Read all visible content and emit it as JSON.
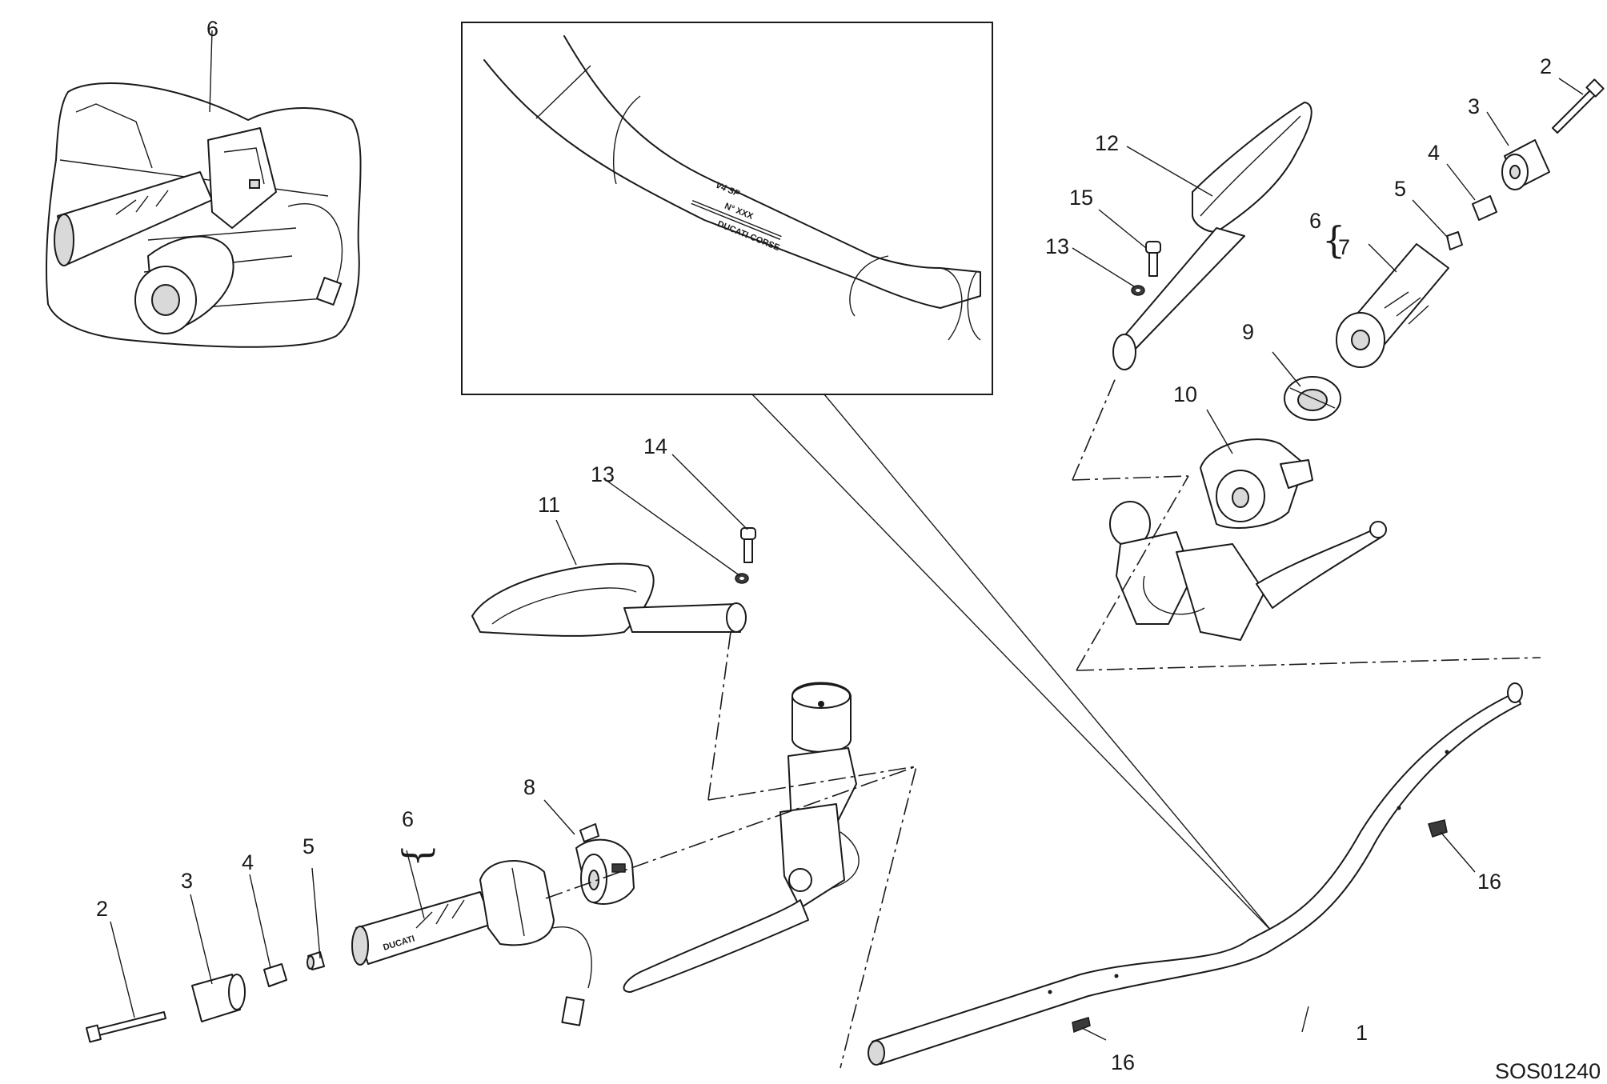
{
  "diagram": {
    "reference_code": "SOS01240",
    "handlebar_marking": "N° XXX",
    "callouts": [
      "1",
      "2",
      "3",
      "4",
      "5",
      "6",
      "7",
      "8",
      "9",
      "10",
      "11",
      "12",
      "13",
      "14",
      "15",
      "16"
    ]
  }
}
